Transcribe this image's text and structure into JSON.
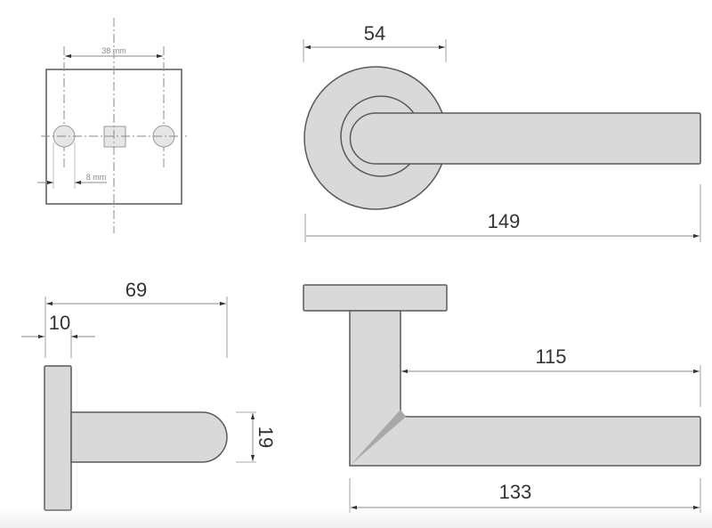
{
  "colors": {
    "part_fill": "#d9d9d9",
    "part_stroke": "#5a5a5a",
    "dim_line": "#6a6a6a",
    "center_line": "#8a8a8a",
    "shadow": "#a8a8a8",
    "background": "#ffffff"
  },
  "mounting_plate_view": {
    "hole_spacing_label": "38 mm",
    "hole_diameter_label": "8 mm"
  },
  "front_view": {
    "rosette_diameter_label": "54",
    "overall_length_label": "149"
  },
  "side_view": {
    "projection_label": "69",
    "rosette_thickness_label": "10",
    "lever_thickness_label": "19"
  },
  "top_view": {
    "lever_reach_label": "115",
    "overall_length_label": "133"
  }
}
